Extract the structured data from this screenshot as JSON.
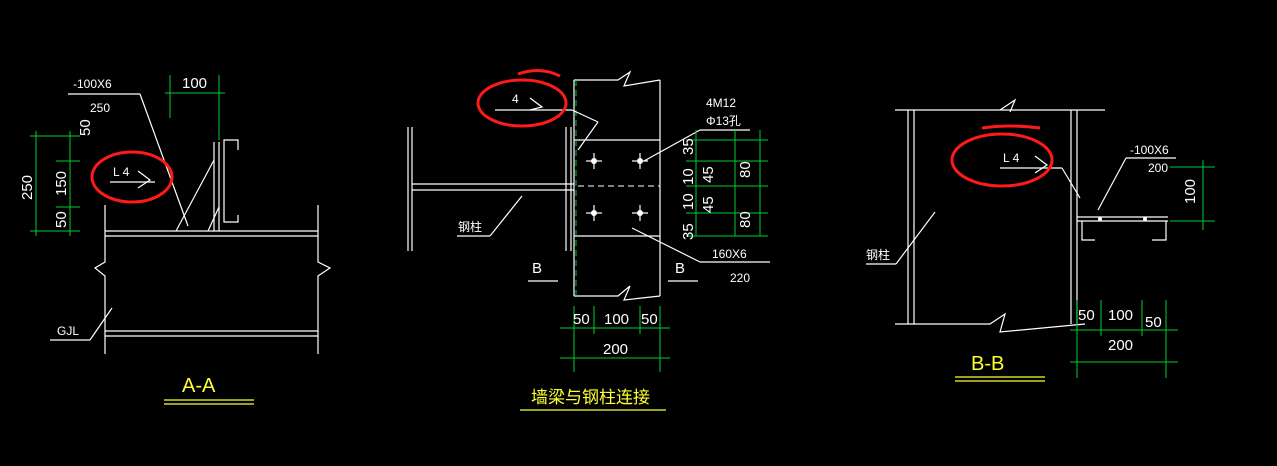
{
  "titles": {
    "aa": "A-A",
    "main": "墙梁与钢柱连接",
    "bb": "B-B"
  },
  "aa": {
    "plate": "-100X6",
    "plate_len": "250",
    "dim_top": "100",
    "dim_50_top": "50",
    "dim_250": "250",
    "dim_150": "150",
    "dim_50_bot": "50",
    "weld": "L 4",
    "beam": "GJL"
  },
  "main": {
    "weld": "4",
    "bolts": "4M12",
    "holes": "Φ13孔",
    "col": "钢柱",
    "plate": "160X6",
    "plate_len": "220",
    "sec_left": "B",
    "sec_right": "B",
    "dim_right_outer": [
      "35",
      "45",
      "10",
      "10",
      "45",
      "35"
    ],
    "dim_right_inner": [
      "80",
      "80"
    ],
    "dim_bot": [
      "50",
      "100",
      "50"
    ],
    "dim_bot_total": "200"
  },
  "bb": {
    "weld": "L 4",
    "plate": "-100X6",
    "plate_len": "200",
    "col": "钢柱",
    "dim_right": "100",
    "dim_bot": [
      "50",
      "100",
      "50"
    ],
    "dim_bot_total": "200"
  }
}
